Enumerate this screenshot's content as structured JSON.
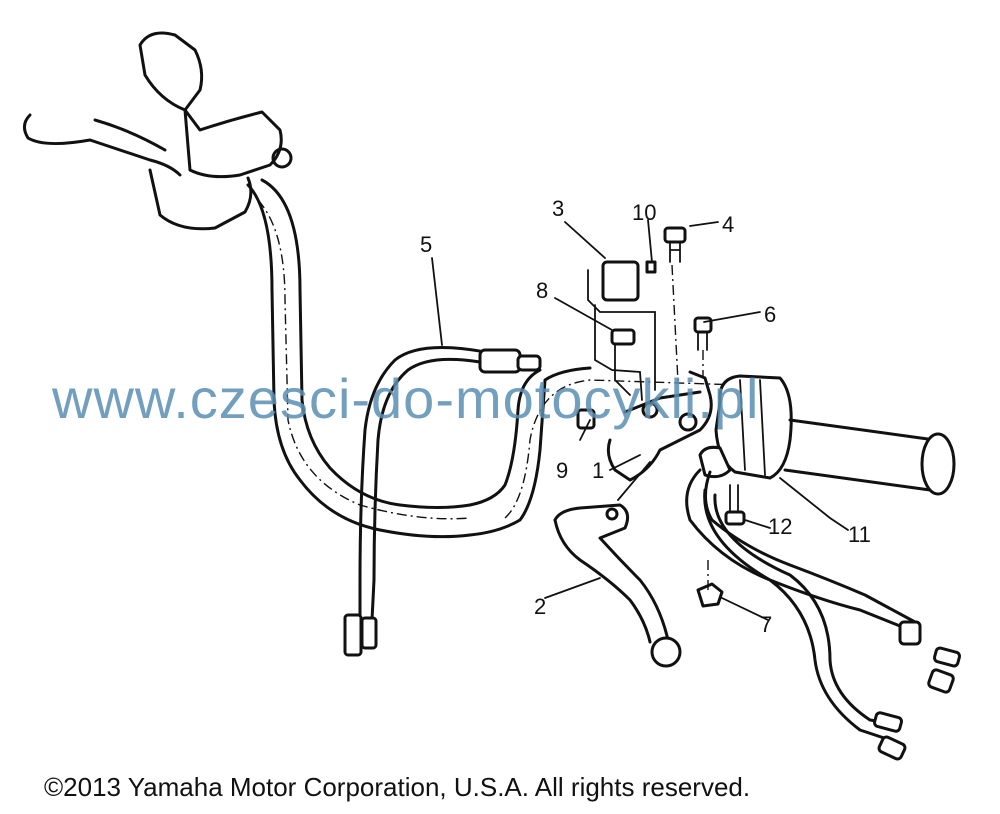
{
  "watermark": "www.czesci-do-motocykli.pl",
  "copyright": "©2013 Yamaha Motor Corporation, U.S.A. All rights reserved.",
  "callouts": [
    {
      "id": "1",
      "label": "1"
    },
    {
      "id": "2",
      "label": "2"
    },
    {
      "id": "3",
      "label": "3"
    },
    {
      "id": "4",
      "label": "4"
    },
    {
      "id": "5",
      "label": "5"
    },
    {
      "id": "6",
      "label": "6"
    },
    {
      "id": "7",
      "label": "7"
    },
    {
      "id": "8",
      "label": "8"
    },
    {
      "id": "9",
      "label": "9"
    },
    {
      "id": "10",
      "label": "10"
    },
    {
      "id": "11",
      "label": "11"
    },
    {
      "id": "12",
      "label": "12"
    }
  ]
}
